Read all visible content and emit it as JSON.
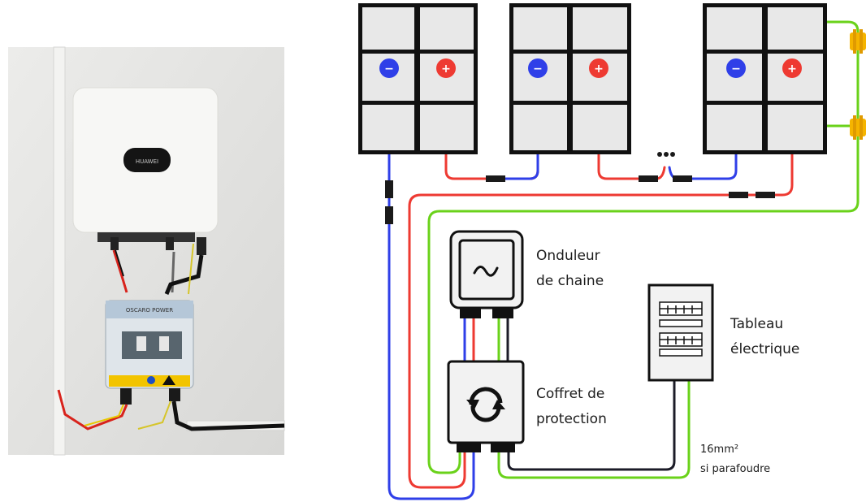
{
  "photo": {
    "inverter_logo": "HUAWEI",
    "box_brand": "OSCARO POWER"
  },
  "panels": [
    {
      "id": "panel-1",
      "minus": "−",
      "plus": "+"
    },
    {
      "id": "panel-2",
      "minus": "−",
      "plus": "+"
    },
    {
      "id": "panel-3",
      "minus": "−",
      "plus": "+"
    }
  ],
  "labels": {
    "inverter": [
      "Onduleur",
      "de chaine"
    ],
    "protection_box": [
      "Coffret de",
      "protection"
    ],
    "electrical_panel": [
      "Tableau",
      "électrique"
    ],
    "cable_note": [
      "16mm²",
      "si parafoudre"
    ]
  },
  "colors": {
    "negative": "#2f3fe8",
    "positive": "#ee3a32",
    "earth": "#6ad21a",
    "neutral": "#1c1c28",
    "connector": "#f5b400",
    "panel_fill": "#e8e8e8",
    "panel_frame": "#111111"
  },
  "icons": {
    "inverter": "ac-sine-icon",
    "protection_box": "protection-swirl-icon",
    "electrical_panel": "breaker-panel-icon"
  }
}
